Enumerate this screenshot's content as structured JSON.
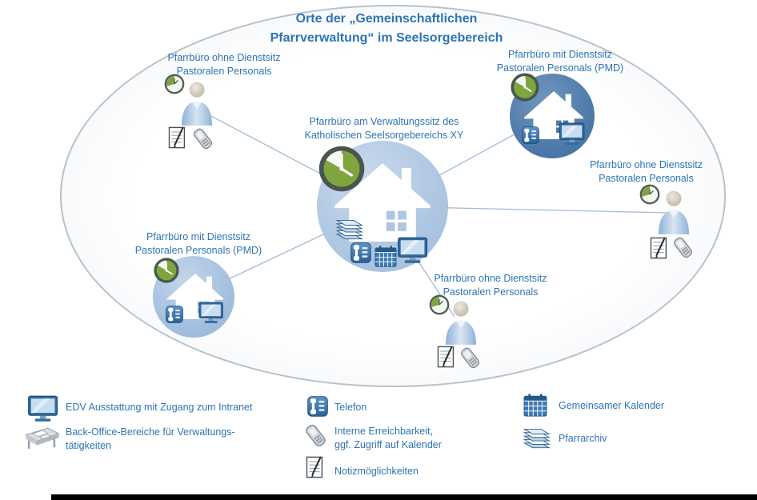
{
  "title": {
    "line1": "Orte der „Gemeinschaftlichen",
    "line2": "Pfarrverwaltung“ im Seelsorgebereich"
  },
  "central_office": {
    "line1": "Pfarrbüro am Verwaltungssitz des",
    "line2": "Katholischen Seelsorgebereichs XY"
  },
  "offices": {
    "top_left": {
      "line1": "Pfarrbüro ohne Dienstsitz",
      "line2": "Pastoralen Personals"
    },
    "top_right": {
      "line1": "Pfarrbüro mit Dienstsitz",
      "line2": "Pastoralen Personals (PMD)"
    },
    "right": {
      "line1": "Pfarrbüro ohne Dienstsitz",
      "line2": "Pastoralen Personals"
    },
    "bottom_left": {
      "line1": "Pfarrbüro mit Dienstsitz",
      "line2": "Pastoralen Personals (PMD)"
    },
    "bottom_center": {
      "line1": "Pfarrbüro ohne Dienstsitz",
      "line2": "Pastoralen Personals"
    }
  },
  "legend": {
    "edv": "EDV Ausstattung mit Zugang zum Intranet",
    "backoffice_line1": "Back-Office-Bereiche für Verwaltungs-",
    "backoffice_line2": "tätigkeiten",
    "telefon": "Telefon",
    "erreichbarkeit_line1": "Interne Erreichbarkeit,",
    "erreichbarkeit_line2": "ggf. Zugriff auf Kalender",
    "notiz": "Notizmöglichkeiten",
    "kalender": "Gemeinsamer Kalender",
    "archiv": "Pfarrarchiv"
  },
  "colors": {
    "text_blue": "#2E74B5",
    "circle_light_blue": "#AEC6E2",
    "circle_dark_blue": "#4D79A8",
    "clock_green": "#7FA53E"
  }
}
